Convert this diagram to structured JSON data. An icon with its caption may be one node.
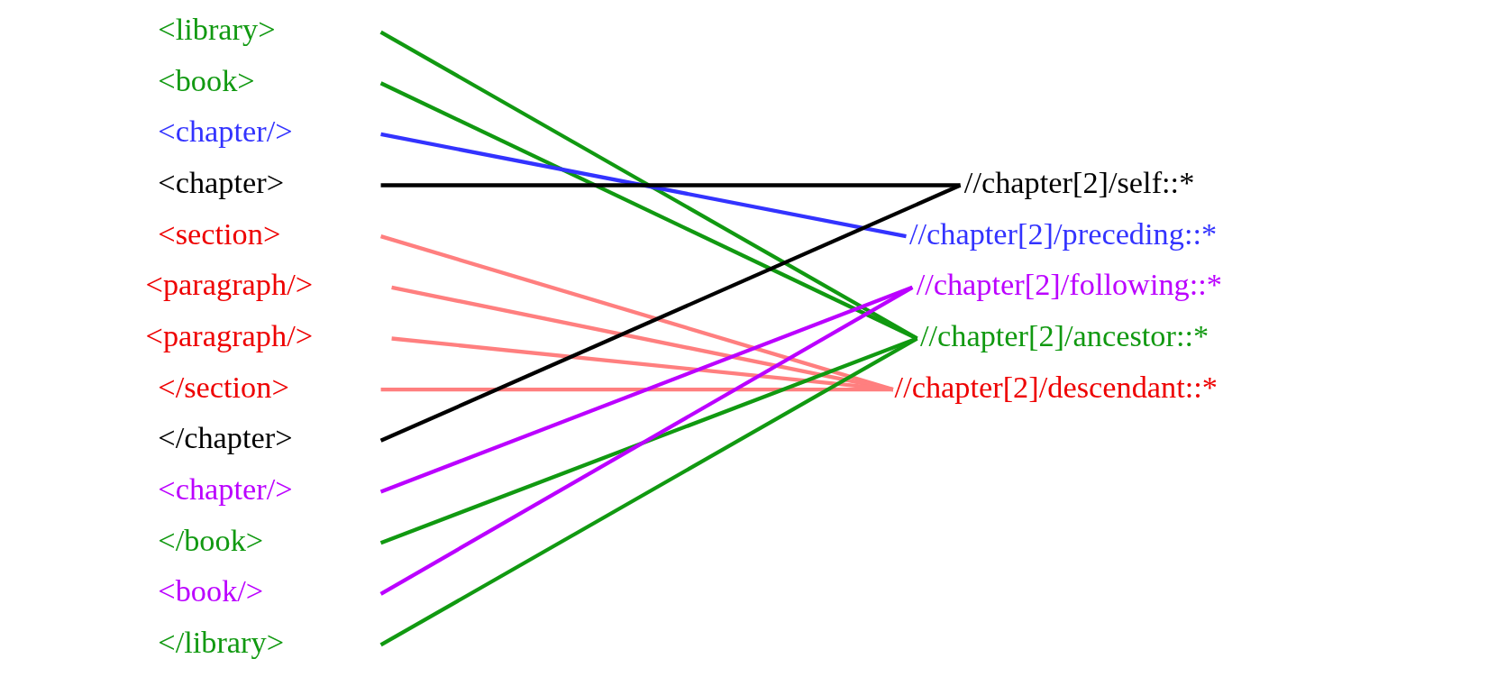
{
  "diagram": {
    "nodes": [
      {
        "text": [
          "<library>"
        ]
      },
      {
        "text": [
          "<book>"
        ]
      },
      {
        "text": [
          "<chapter/>"
        ]
      },
      {
        "text": [
          "<chapter>"
        ]
      },
      {
        "text": [
          "<section>"
        ]
      },
      {
        "text": [
          "<paragraph/>"
        ]
      },
      {
        "text": [
          "<paragraph/>"
        ]
      },
      {
        "text": [
          "</section>"
        ]
      },
      {
        "text": [
          "</chapter>"
        ]
      },
      {
        "text": [
          "<chapter/>"
        ]
      },
      {
        "text": [
          "</book>"
        ]
      },
      {
        "text": [
          "<book/>"
        ]
      },
      {
        "text": [
          "</library>"
        ]
      },
      {
        "text": [
          "//chapter[2]/self::*"
        ]
      },
      {
        "text": [
          "//chapter[2]/preceding::*"
        ]
      },
      {
        "text": [
          "//chapter[2]/following::*"
        ]
      },
      {
        "text": [
          "//chapter[2]/ancestor::*"
        ]
      },
      {
        "text": [
          "//chapter[2]/descendant::*"
        ]
      }
    ],
    "edges": [
      {
        "from": 0,
        "to": 16,
        "arrow": "none",
        "color": "#119911"
      },
      {
        "from": 1,
        "to": 16,
        "arrow": "none",
        "color": "#119911"
      },
      {
        "from": 2,
        "to": 14,
        "arrow": "none",
        "color": "#3333ff"
      },
      {
        "from": 3,
        "to": 13,
        "arrow": "none",
        "color": "#000000"
      },
      {
        "from": 4,
        "to": 17,
        "arrow": "none",
        "color": "#ff7f7f"
      },
      {
        "from": 5,
        "to": 17,
        "arrow": "none",
        "color": "#ff7f7f"
      },
      {
        "from": 6,
        "to": 17,
        "arrow": "none",
        "color": "#ff7f7f"
      },
      {
        "from": 7,
        "to": 17,
        "arrow": "none",
        "color": "#ff7f7f"
      },
      {
        "from": 8,
        "to": 13,
        "arrow": "none",
        "color": "#000000"
      },
      {
        "from": 9,
        "to": 15,
        "arrow": "none",
        "color": "#bb00ff"
      },
      {
        "from": 10,
        "to": 16,
        "arrow": "none",
        "color": "#119911"
      },
      {
        "from": 11,
        "to": 15,
        "arrow": "none",
        "color": "#bb00ff"
      },
      {
        "from": 12,
        "to": 16,
        "arrow": "none",
        "color": "#119911"
      }
    ]
  }
}
